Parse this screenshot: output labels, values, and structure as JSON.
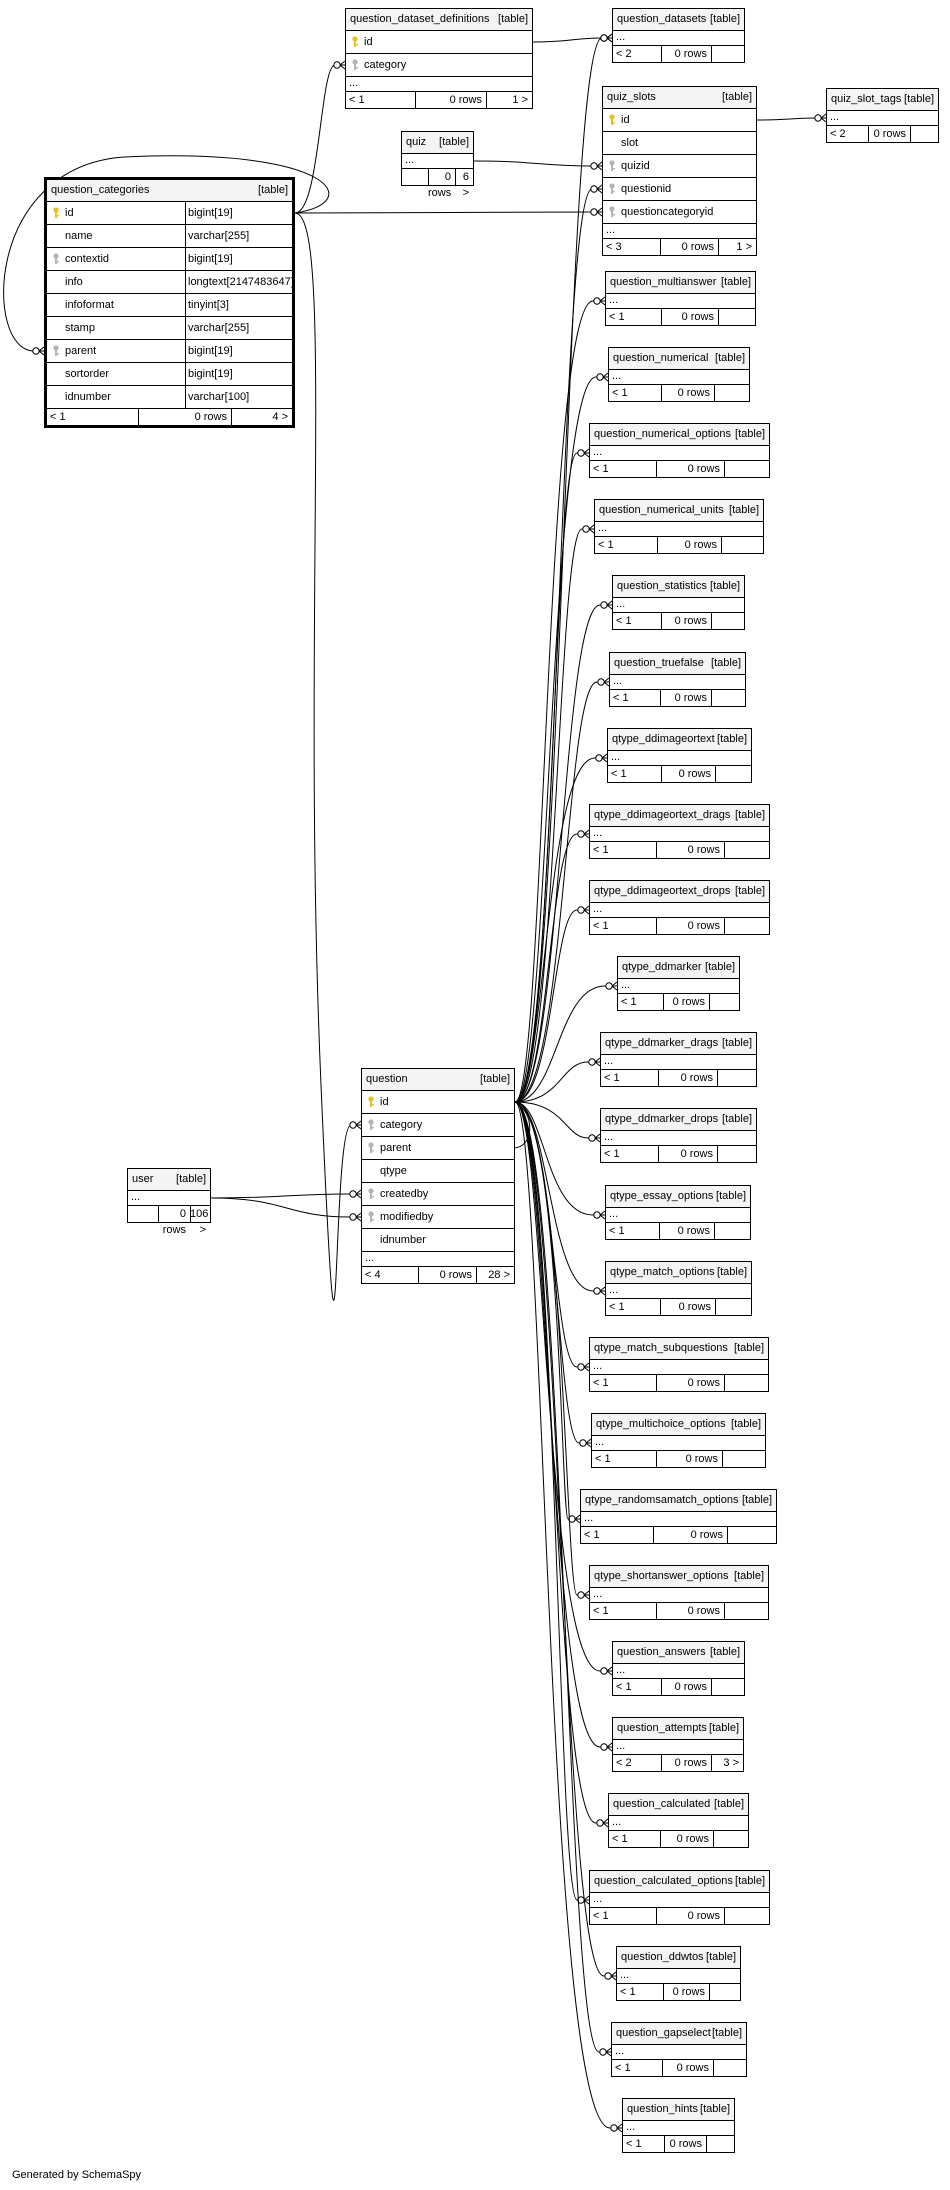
{
  "footer": "Generated by SchemaSpy",
  "labels": {
    "table_tag": "[table]",
    "ellipsis": "..."
  },
  "tables": [
    {
      "id": "question_categories",
      "name": "question_categories",
      "focus": true,
      "columns": [
        {
          "name": "id",
          "type": "bigint[19]",
          "key": "pk"
        },
        {
          "name": "name",
          "type": "varchar[255]",
          "key": ""
        },
        {
          "name": "contextid",
          "type": "bigint[19]",
          "key": "fk"
        },
        {
          "name": "info",
          "type": "longtext[2147483647]",
          "key": ""
        },
        {
          "name": "infoformat",
          "type": "tinyint[3]",
          "key": ""
        },
        {
          "name": "stamp",
          "type": "varchar[255]",
          "key": ""
        },
        {
          "name": "parent",
          "type": "bigint[19]",
          "key": "fk"
        },
        {
          "name": "sortorder",
          "type": "bigint[19]",
          "key": ""
        },
        {
          "name": "idnumber",
          "type": "varchar[100]",
          "key": ""
        }
      ],
      "ellipsis": false,
      "parents": "< 1",
      "rows": "0 rows",
      "children": "4 >"
    },
    {
      "id": "question_dataset_definitions",
      "name": "question_dataset_definitions",
      "columns": [
        {
          "name": "id",
          "key": "pk"
        },
        {
          "name": "category",
          "key": "fk"
        }
      ],
      "ellipsis": true,
      "parents": "< 1",
      "rows": "0 rows",
      "children": "1 >"
    },
    {
      "id": "question_datasets",
      "name": "question_datasets",
      "columns": [],
      "ellipsis": true,
      "parents": "< 2",
      "rows": "0 rows",
      "children": ""
    },
    {
      "id": "quiz_slots",
      "name": "quiz_slots",
      "columns": [
        {
          "name": "id",
          "key": "pk"
        },
        {
          "name": "slot",
          "key": ""
        },
        {
          "name": "quizid",
          "key": "fk"
        },
        {
          "name": "questionid",
          "key": "fk"
        },
        {
          "name": "questioncategoryid",
          "key": "fk"
        }
      ],
      "ellipsis": true,
      "parents": "< 3",
      "rows": "0 rows",
      "children": "1 >"
    },
    {
      "id": "quiz_slot_tags",
      "name": "quiz_slot_tags",
      "columns": [],
      "ellipsis": true,
      "parents": "< 2",
      "rows": "0 rows",
      "children": ""
    },
    {
      "id": "quiz",
      "name": "quiz",
      "columns": [],
      "ellipsis": true,
      "parents": "",
      "rows": "0 rows",
      "children": "6 >"
    },
    {
      "id": "question",
      "name": "question",
      "columns": [
        {
          "name": "id",
          "key": "pk"
        },
        {
          "name": "category",
          "key": "fk"
        },
        {
          "name": "parent",
          "key": "fk"
        },
        {
          "name": "qtype",
          "key": ""
        },
        {
          "name": "createdby",
          "key": "fk"
        },
        {
          "name": "modifiedby",
          "key": "fk"
        },
        {
          "name": "idnumber",
          "key": ""
        }
      ],
      "ellipsis": true,
      "parents": "< 4",
      "rows": "0 rows",
      "children": "28 >"
    },
    {
      "id": "user",
      "name": "user",
      "columns": [],
      "ellipsis": true,
      "parents": "",
      "rows": "0 rows",
      "children": "106 >"
    },
    {
      "id": "question_multianswer",
      "name": "question_multianswer",
      "columns": [],
      "ellipsis": true,
      "parents": "< 1",
      "rows": "0 rows",
      "children": ""
    },
    {
      "id": "question_numerical",
      "name": "question_numerical",
      "columns": [],
      "ellipsis": true,
      "parents": "< 1",
      "rows": "0 rows",
      "children": ""
    },
    {
      "id": "question_numerical_options",
      "name": "question_numerical_options",
      "columns": [],
      "ellipsis": true,
      "parents": "< 1",
      "rows": "0 rows",
      "children": ""
    },
    {
      "id": "question_numerical_units",
      "name": "question_numerical_units",
      "columns": [],
      "ellipsis": true,
      "parents": "< 1",
      "rows": "0 rows",
      "children": ""
    },
    {
      "id": "question_statistics",
      "name": "question_statistics",
      "columns": [],
      "ellipsis": true,
      "parents": "< 1",
      "rows": "0 rows",
      "children": ""
    },
    {
      "id": "question_truefalse",
      "name": "question_truefalse",
      "columns": [],
      "ellipsis": true,
      "parents": "< 1",
      "rows": "0 rows",
      "children": ""
    },
    {
      "id": "qtype_ddimageortext",
      "name": "qtype_ddimageortext",
      "columns": [],
      "ellipsis": true,
      "parents": "< 1",
      "rows": "0 rows",
      "children": ""
    },
    {
      "id": "qtype_ddimageortext_drags",
      "name": "qtype_ddimageortext_drags",
      "columns": [],
      "ellipsis": true,
      "parents": "< 1",
      "rows": "0 rows",
      "children": ""
    },
    {
      "id": "qtype_ddimageortext_drops",
      "name": "qtype_ddimageortext_drops",
      "columns": [],
      "ellipsis": true,
      "parents": "< 1",
      "rows": "0 rows",
      "children": ""
    },
    {
      "id": "qtype_ddmarker",
      "name": "qtype_ddmarker",
      "columns": [],
      "ellipsis": true,
      "parents": "< 1",
      "rows": "0 rows",
      "children": ""
    },
    {
      "id": "qtype_ddmarker_drags",
      "name": "qtype_ddmarker_drags",
      "columns": [],
      "ellipsis": true,
      "parents": "< 1",
      "rows": "0 rows",
      "children": ""
    },
    {
      "id": "qtype_ddmarker_drops",
      "name": "qtype_ddmarker_drops",
      "columns": [],
      "ellipsis": true,
      "parents": "< 1",
      "rows": "0 rows",
      "children": ""
    },
    {
      "id": "qtype_essay_options",
      "name": "qtype_essay_options",
      "columns": [],
      "ellipsis": true,
      "parents": "< 1",
      "rows": "0 rows",
      "children": ""
    },
    {
      "id": "qtype_match_options",
      "name": "qtype_match_options",
      "columns": [],
      "ellipsis": true,
      "parents": "< 1",
      "rows": "0 rows",
      "children": ""
    },
    {
      "id": "qtype_match_subquestions",
      "name": "qtype_match_subquestions",
      "columns": [],
      "ellipsis": true,
      "parents": "< 1",
      "rows": "0 rows",
      "children": ""
    },
    {
      "id": "qtype_multichoice_options",
      "name": "qtype_multichoice_options",
      "columns": [],
      "ellipsis": true,
      "parents": "< 1",
      "rows": "0 rows",
      "children": ""
    },
    {
      "id": "qtype_randomsamatch_options",
      "name": "qtype_randomsamatch_options",
      "columns": [],
      "ellipsis": true,
      "parents": "< 1",
      "rows": "0 rows",
      "children": ""
    },
    {
      "id": "qtype_shortanswer_options",
      "name": "qtype_shortanswer_options",
      "columns": [],
      "ellipsis": true,
      "parents": "< 1",
      "rows": "0 rows",
      "children": ""
    },
    {
      "id": "question_answers",
      "name": "question_answers",
      "columns": [],
      "ellipsis": true,
      "parents": "< 1",
      "rows": "0 rows",
      "children": ""
    },
    {
      "id": "question_attempts",
      "name": "question_attempts",
      "columns": [],
      "ellipsis": true,
      "parents": "< 2",
      "rows": "0 rows",
      "children": "3 >"
    },
    {
      "id": "question_calculated",
      "name": "question_calculated",
      "columns": [],
      "ellipsis": true,
      "parents": "< 1",
      "rows": "0 rows",
      "children": ""
    },
    {
      "id": "question_calculated_options",
      "name": "question_calculated_options",
      "columns": [],
      "ellipsis": true,
      "parents": "< 1",
      "rows": "0 rows",
      "children": ""
    },
    {
      "id": "question_ddwtos",
      "name": "question_ddwtos",
      "columns": [],
      "ellipsis": true,
      "parents": "< 1",
      "rows": "0 rows",
      "children": ""
    },
    {
      "id": "question_gapselect",
      "name": "question_gapselect",
      "columns": [],
      "ellipsis": true,
      "parents": "< 1",
      "rows": "0 rows",
      "children": ""
    },
    {
      "id": "question_hints",
      "name": "question_hints",
      "columns": [],
      "ellipsis": true,
      "parents": "< 1",
      "rows": "0 rows",
      "children": ""
    }
  ]
}
